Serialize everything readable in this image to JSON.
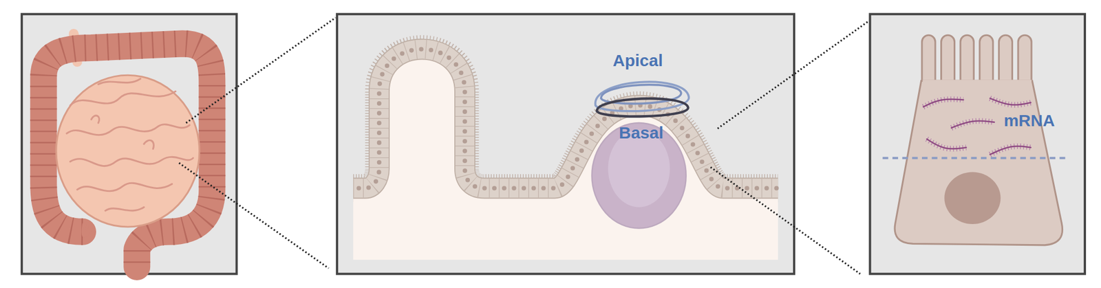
{
  "diagram": {
    "labels": [
      "Apical",
      "Basal",
      "mRNA"
    ]
  }
}
